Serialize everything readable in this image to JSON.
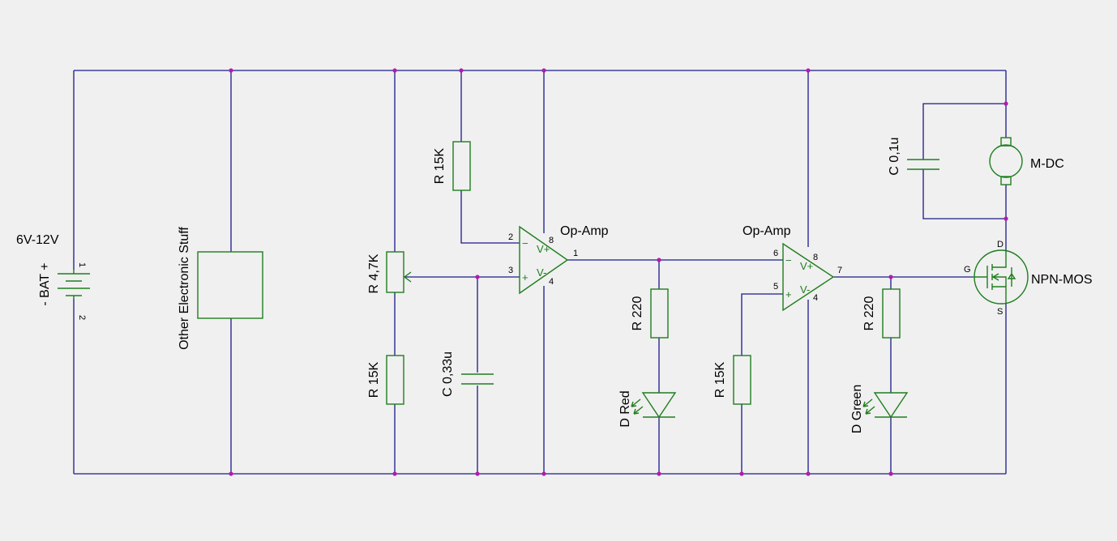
{
  "labels": {
    "battery_voltage": "6V-12V",
    "battery": "- BAT +",
    "battery_pin1": "1",
    "battery_pin2": "2",
    "other_stuff": "Other Electronic Stuff",
    "pot": "R 4,7K",
    "r_bottom1": "R 15K",
    "cap_033": "C 0,33u",
    "r_top": "R 15K",
    "opamp1": "Op-Amp",
    "opamp2": "Op-Amp",
    "r220_a": "R 220",
    "d_red": "D Red",
    "r_bottom2": "R 15K",
    "r220_b": "R 220",
    "d_green": "D Green",
    "cap_01": "C 0,1u",
    "motor": "M-DC",
    "mosfet": "NPN-MOS"
  },
  "pins": {
    "op1_in_minus": "2",
    "op1_in_plus": "3",
    "op1_v_plus": "8",
    "op1_v_minus": "4",
    "op1_out": "1",
    "op2_in_minus": "6",
    "op2_in_plus": "5",
    "op2_v_plus": "8",
    "op2_v_minus": "4",
    "op2_out": "7",
    "gate": "G",
    "drain": "D",
    "source": "S"
  },
  "symbols": {
    "minus": "−",
    "plus": "+",
    "v_plus": "V+",
    "v_minus": "V-"
  },
  "colors": {
    "background": "#f0f0f0",
    "wire": "#1a1a8c",
    "component": "#1e7d1e",
    "junction": "#b01cb0"
  }
}
